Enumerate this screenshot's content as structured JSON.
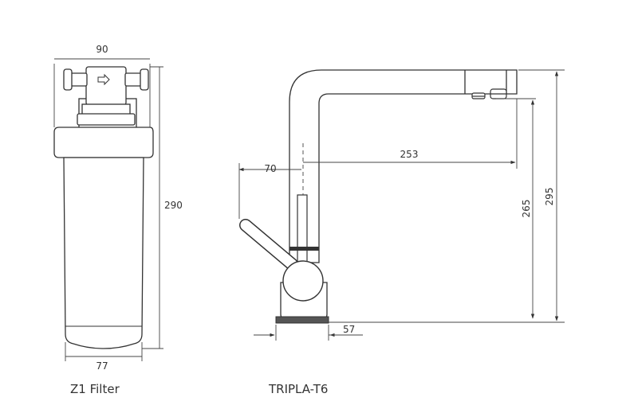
{
  "filter": {
    "caption": "Z1 Filter",
    "dim_width_top": "90",
    "dim_height": "290",
    "dim_width_bottom": "77"
  },
  "faucet": {
    "caption": "TRIPLA-T6",
    "dim_spout_reach": "253",
    "dim_handle_offset": "70",
    "dim_height_outlet": "265",
    "dim_height_total": "295",
    "dim_base": "57"
  },
  "colors": {
    "outline": "#333333",
    "dim_line": "#444444",
    "base_plate": "#555555",
    "background": "#ffffff"
  }
}
